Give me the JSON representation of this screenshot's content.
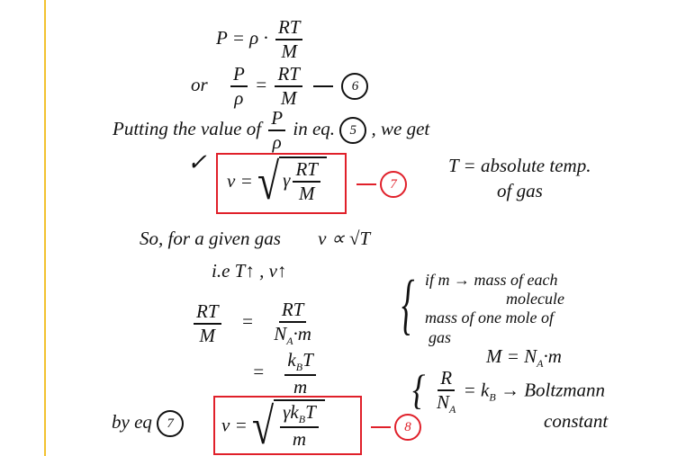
{
  "eq1": {
    "lhs": "P =",
    "rho": "ρ ·",
    "num": "RT",
    "den": "M"
  },
  "eq6": {
    "or": "or",
    "lnum": "P",
    "lden": "ρ",
    "eq": "=",
    "num": "RT",
    "den": "M",
    "tag": "6"
  },
  "putting": {
    "pre": "Putting the value of",
    "num": "P",
    "den": "ρ",
    "mid": "in eq.",
    "ref": "5",
    "post": ", we get"
  },
  "eq7": {
    "check": "✓",
    "lhs": "v =",
    "gamma": "γ",
    "num": "RT",
    "den": "M",
    "tag": "7"
  },
  "t_note": {
    "line1": "T = absolute temp.",
    "line2": "of gas"
  },
  "so_line": {
    "text": "So, for a given gas",
    "rel": "v ∝ √T"
  },
  "ie_line": {
    "text": "i.e  T↑ , v↑"
  },
  "mass_note": {
    "line1": "if m → mass of each",
    "line2": "molecule",
    "line3": "mass of one mole of",
    "line4": "gas",
    "formula": "M = N",
    "formula_sub": "A",
    "formula_end": "·m"
  },
  "eq_rt": {
    "lnum": "RT",
    "lden": "M",
    "eq": "=",
    "rnum": "RT",
    "rden": "N",
    "rden_sub": "A",
    "rden_end": "·m"
  },
  "eq_kb": {
    "eq": "=",
    "num": "k",
    "num_sub": "B",
    "num_end": "T",
    "den": "m"
  },
  "kb_note": {
    "num": "R",
    "den": "N",
    "den_sub": "A",
    "eq": "= k",
    "eq_sub": "B",
    "arrow": "→ Boltzmann",
    "line2": "constant"
  },
  "eq8": {
    "by": "by eq",
    "ref": "7",
    "lhs": "v =",
    "num": "γk",
    "num_sub": "B",
    "num_end": "T",
    "den": "m",
    "tag": "8"
  },
  "colors": {
    "accent_red": "#e0202a",
    "margin_yellow": "#f2c230"
  }
}
